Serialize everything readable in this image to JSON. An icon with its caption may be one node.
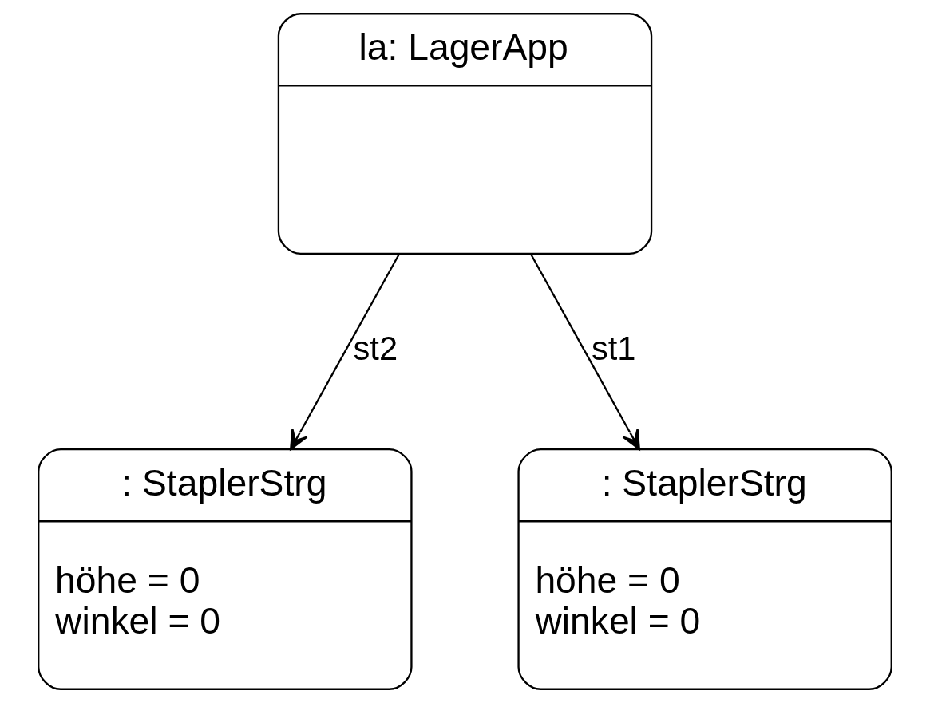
{
  "diagram": {
    "nodes": [
      {
        "text": [
          "la: LagerApp"
        ]
      },
      {
        "text": [
          ": StaplerStrg",
          "höhe = 0",
          "winkel = 0"
        ]
      },
      {
        "text": [
          ": StaplerStrg",
          "höhe = 0",
          "winkel = 0"
        ]
      }
    ],
    "edges": [
      {
        "from": 0,
        "to": 1,
        "arrow": "to",
        "label": "st2"
      },
      {
        "from": 0,
        "to": 2,
        "arrow": "to",
        "label": "st1"
      }
    ]
  }
}
